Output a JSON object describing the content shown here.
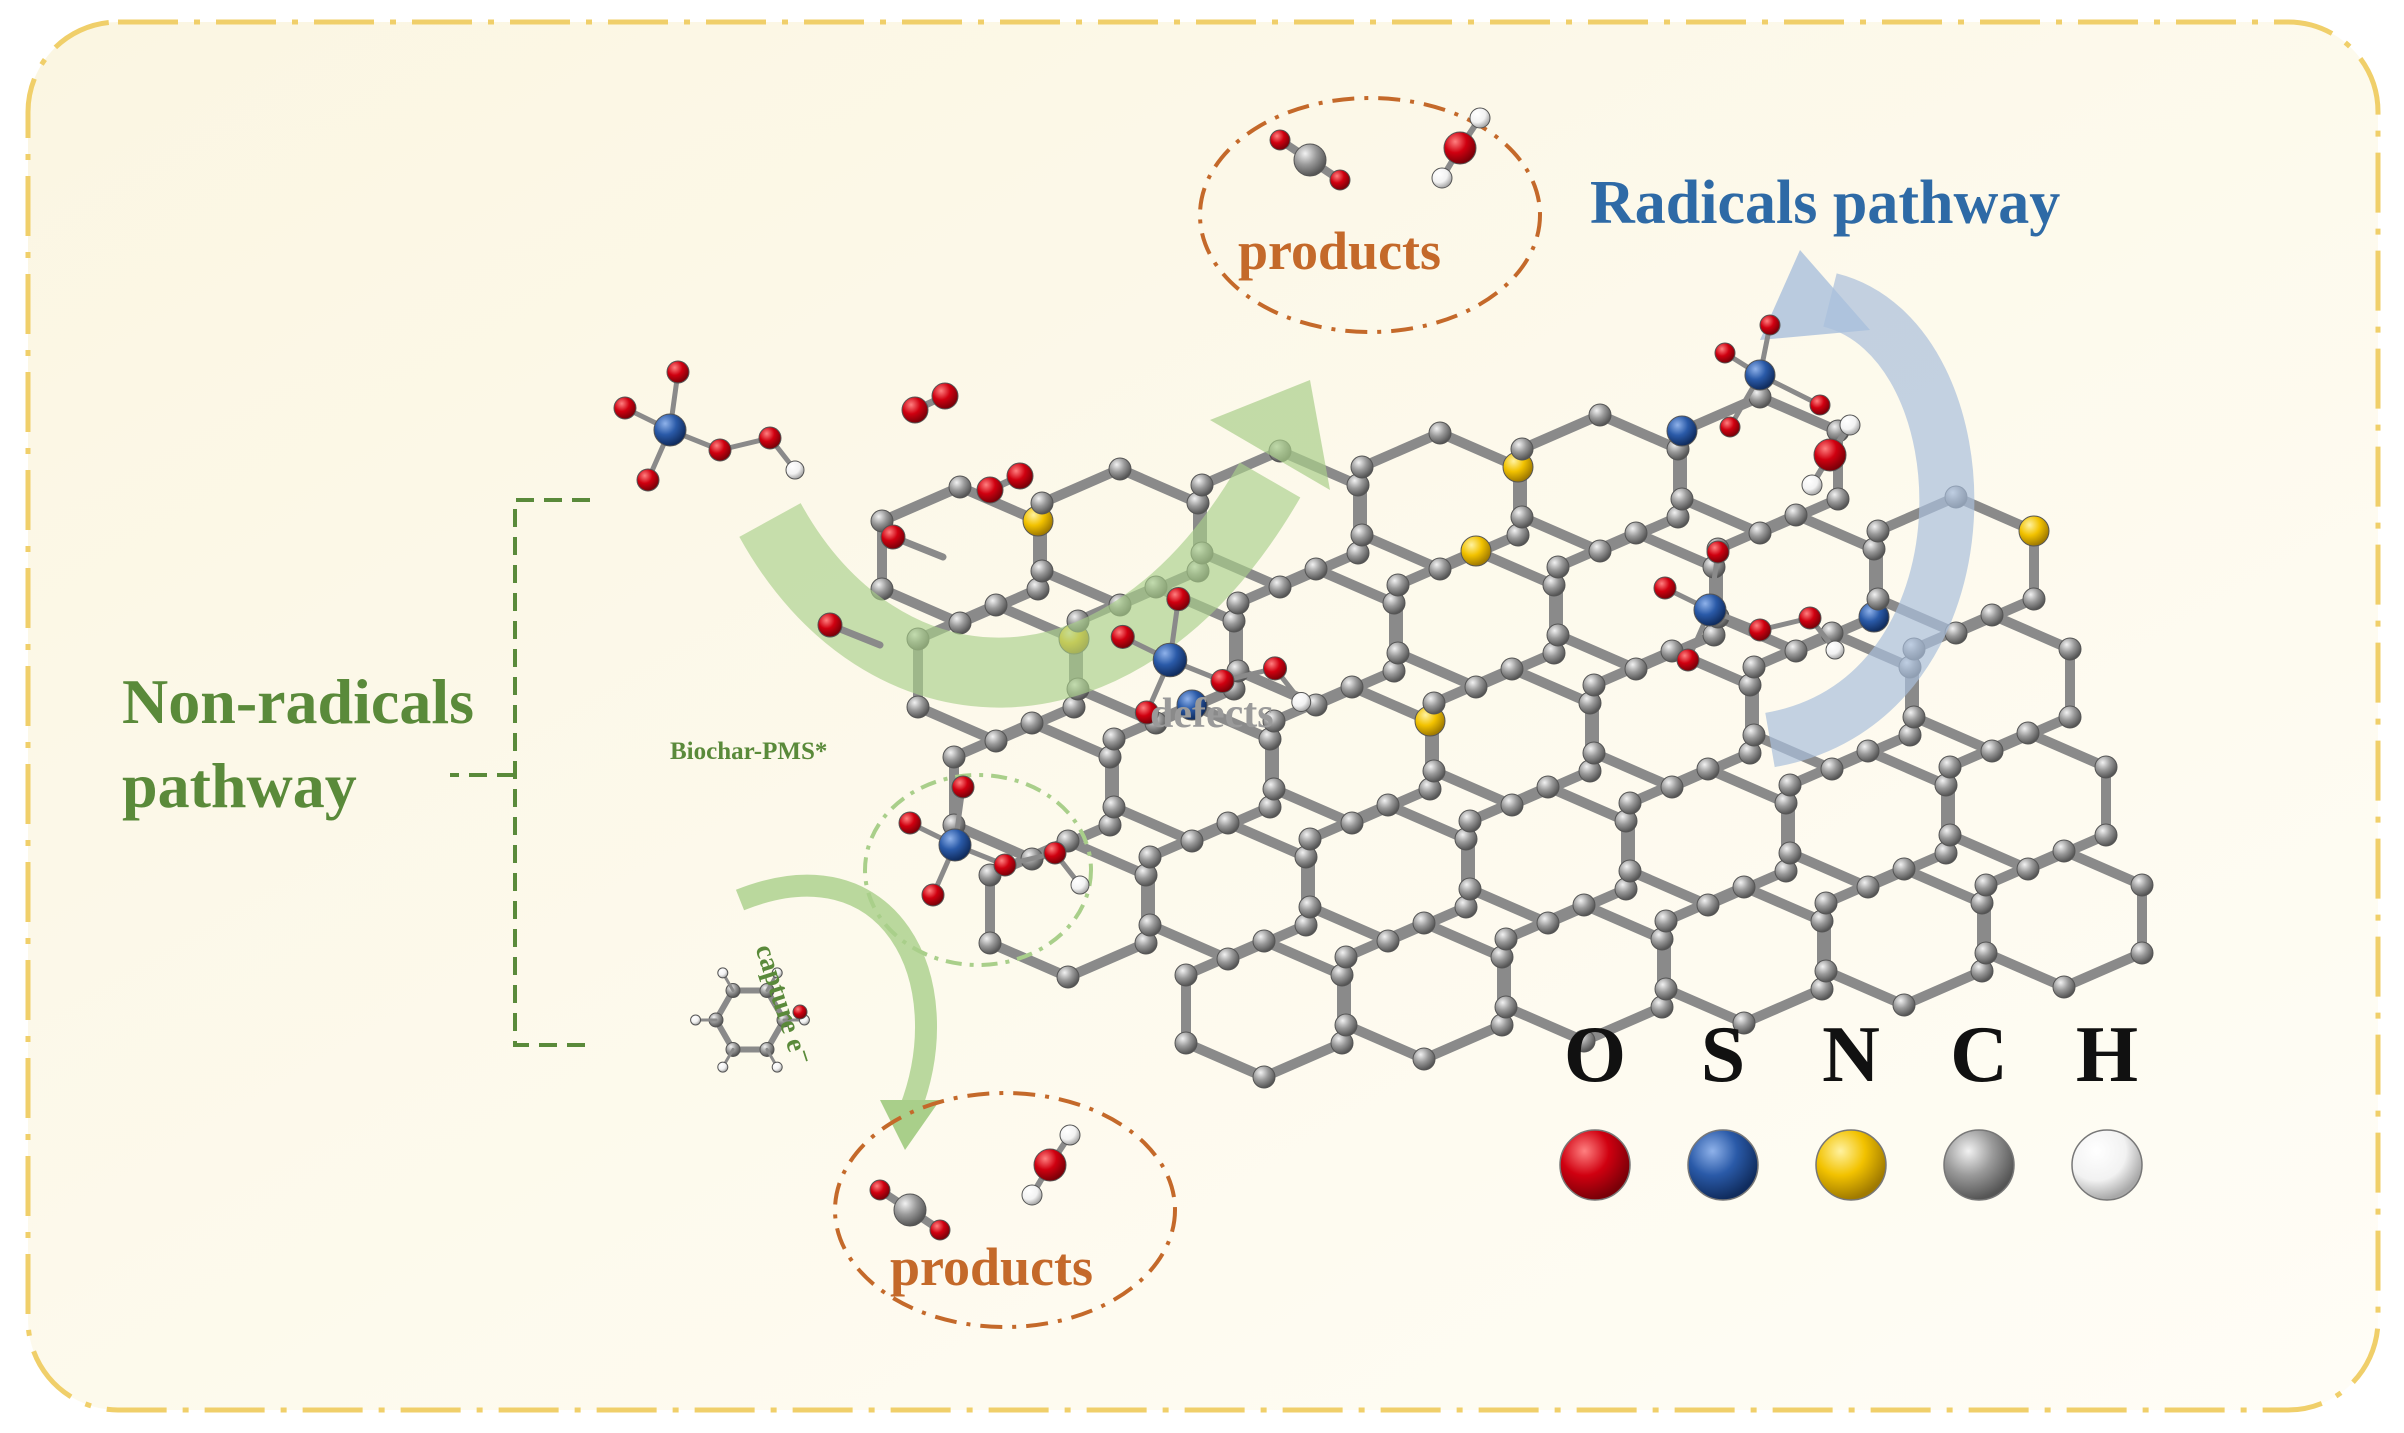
{
  "labels": {
    "radicals_pathway": "Radicals pathway",
    "nonradicals_line1": "Non-radicals",
    "nonradicals_line2": "pathway",
    "products_top": "products",
    "products_bottom": "products",
    "biochar_pms": "Biochar-PMS*",
    "capture": "capture e⁻",
    "defects": "defects"
  },
  "legend": [
    {
      "symbol": "O",
      "color": "#d00010"
    },
    {
      "symbol": "S",
      "color": "#2a5aa8"
    },
    {
      "symbol": "N",
      "color": "#f2c200"
    },
    {
      "symbol": "C",
      "color": "#9a9a9a"
    },
    {
      "symbol": "H",
      "color": "#ffffff"
    }
  ],
  "colors": {
    "background": "#fdfbf1",
    "border": "#f0cf6a",
    "bond": "#8a8a8a",
    "radicals_arrow": "#a9bfdc",
    "nonradicals_arrow": "#a9cf8a",
    "bracket": "#5a8a3a",
    "circle": "#c4692a"
  }
}
